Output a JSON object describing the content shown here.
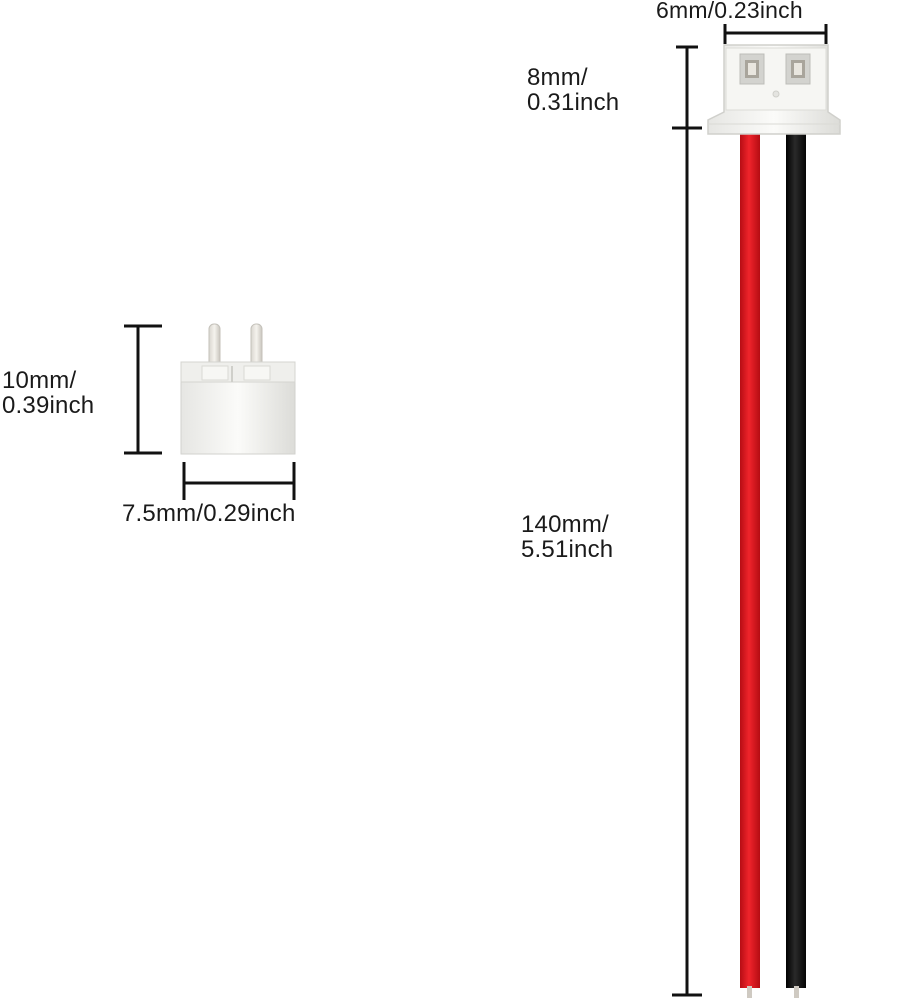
{
  "dimensions": {
    "header_width": {
      "line1": "6mm/0.23inch"
    },
    "header_height": {
      "line1": "8mm/",
      "line2": "0.31inch"
    },
    "wire_length": {
      "line1": "140mm/",
      "line2": "5.51inch"
    },
    "pin_header_height": {
      "line1": "10mm/",
      "line2": "0.39inch"
    },
    "pin_header_width": {
      "line1": "7.5mm/0.29inch"
    }
  },
  "colors": {
    "wire_red": "#e3121b",
    "wire_black": "#151515",
    "connector_white": "#f2f2f0",
    "dimension_line": "#111111"
  }
}
